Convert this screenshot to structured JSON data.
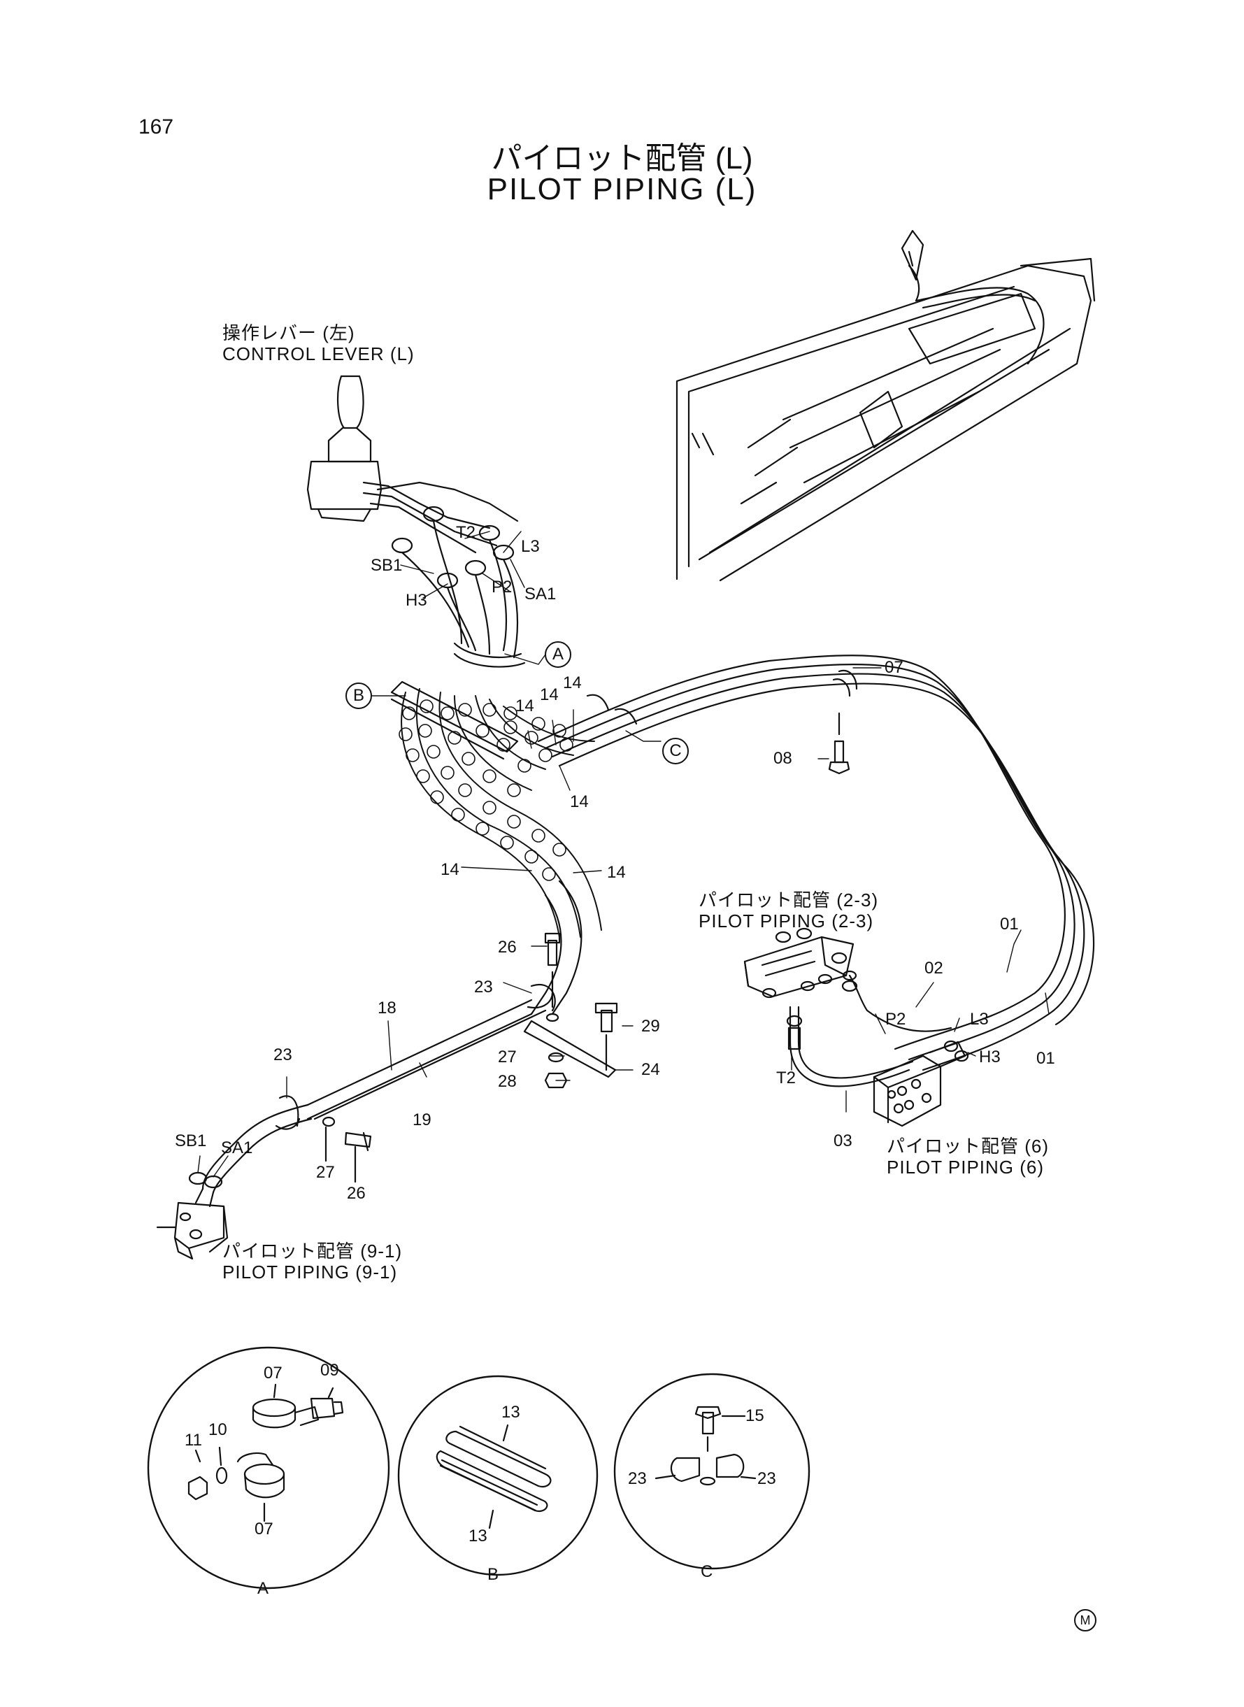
{
  "page_number": "167",
  "title_jp": "パイロット配管 (L)",
  "title_en": "PILOT PIPING (L)",
  "captions": {
    "control_lever_jp": "操作レバー (左)",
    "control_lever_en": "CONTROL LEVER (L)",
    "pilot_2_3_jp": "パイロット配管 (2-3)",
    "pilot_2_3_en": "PILOT PIPING (2-3)",
    "pilot_6_jp": "パイロット配管 (6)",
    "pilot_6_en": "PILOT PIPING (6)",
    "pilot_9_1_jp": "パイロット配管 (9-1)",
    "pilot_9_1_en": "PILOT PIPING (9-1)"
  },
  "port_labels": {
    "t2_top": "T2",
    "l3_top": "L3",
    "sb1_top": "SB1",
    "p2_top": "P2",
    "sa1_top": "SA1",
    "h3_top": "H3",
    "p2_valve": "P2",
    "l3_valve": "L3",
    "h3_valve": "H3",
    "t2_valve": "T2",
    "sb1_bottom": "SB1",
    "sa1_bottom": "SA1"
  },
  "part_numbers": {
    "p14_a": "14",
    "p14_b": "14",
    "p14_c": "14",
    "p14_d": "14",
    "p14_e": "14",
    "p14_f": "14",
    "p07": "07",
    "p08": "08",
    "p26_a": "26",
    "p23_a": "23",
    "p29": "29",
    "p27_a": "27",
    "p24": "24",
    "p28": "28",
    "p18": "18",
    "p19": "19",
    "p23_b": "23",
    "p27_b": "27",
    "p26_b": "26",
    "p01_a": "01",
    "p02": "02",
    "p01_b": "01",
    "p03": "03"
  },
  "detail_callouts": {
    "a": "A",
    "b": "B",
    "c": "C"
  },
  "detail_a": {
    "p07_top": "07",
    "p09": "09",
    "p11": "11",
    "p10": "10",
    "p07_bottom": "07",
    "name": "A"
  },
  "detail_b": {
    "p13_top": "13",
    "p13_bottom": "13",
    "name": "B"
  },
  "detail_c": {
    "p15": "15",
    "p23_left": "23",
    "p23_right": "23",
    "name": "C"
  },
  "corner_mark": "M"
}
